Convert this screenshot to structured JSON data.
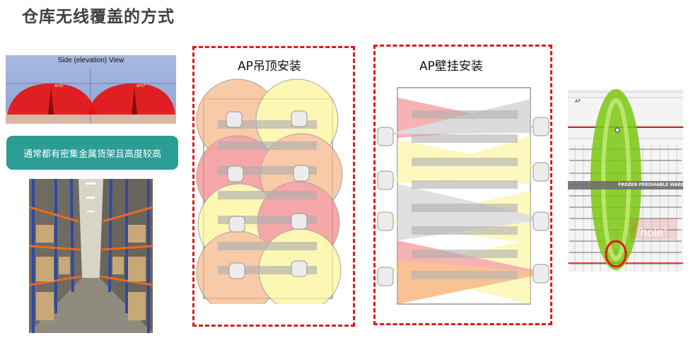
{
  "title": "仓库无线覆盖的方式",
  "elevation": {
    "label": "Side (elevation) View",
    "ap_left": "AP32",
    "ap_right": "AP17"
  },
  "badge": "通常都有密集金属货架且高度较高",
  "panel_ceiling": {
    "title": "AP吊顶安装"
  },
  "panel_wall": {
    "title": "AP壁挂安装"
  },
  "floorplan": {
    "ap_label": "AP",
    "zone_label": "FROZEN PERISHABLE WARE",
    "callout": "“hole”"
  },
  "colors": {
    "accent_red": "#e01919",
    "teal": "#2c9d94",
    "orange": "#f7b98c",
    "yellow": "#fcf59a",
    "red_zone": "#f48a8a",
    "green": "#7ac70f"
  }
}
